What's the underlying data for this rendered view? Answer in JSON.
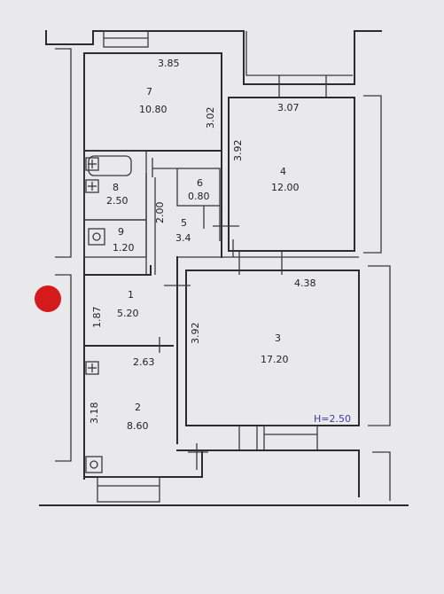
{
  "rooms": [
    {
      "num": "1",
      "area": "5.20"
    },
    {
      "num": "2",
      "area": "8.60"
    },
    {
      "num": "3",
      "area": "17.20"
    },
    {
      "num": "4",
      "area": "12.00"
    },
    {
      "num": "5",
      "area": "3.4"
    },
    {
      "num": "6",
      "area": "0.80"
    },
    {
      "num": "7",
      "area": "10.80"
    },
    {
      "num": "8",
      "area": "2.50"
    },
    {
      "num": "9",
      "area": "1.20"
    }
  ],
  "dimensions": [
    "3.85",
    "3.02",
    "3.92",
    "3.07",
    "2.00",
    "4.38",
    "3.92",
    "1.87",
    "2.63",
    "3.18"
  ],
  "ceiling_height": "H=2.50",
  "colors": {
    "paper": "#e9e9ec",
    "ink": "#2c2c2c",
    "marker": "#d41a1a",
    "pen_blue": "#3a3fa8"
  }
}
